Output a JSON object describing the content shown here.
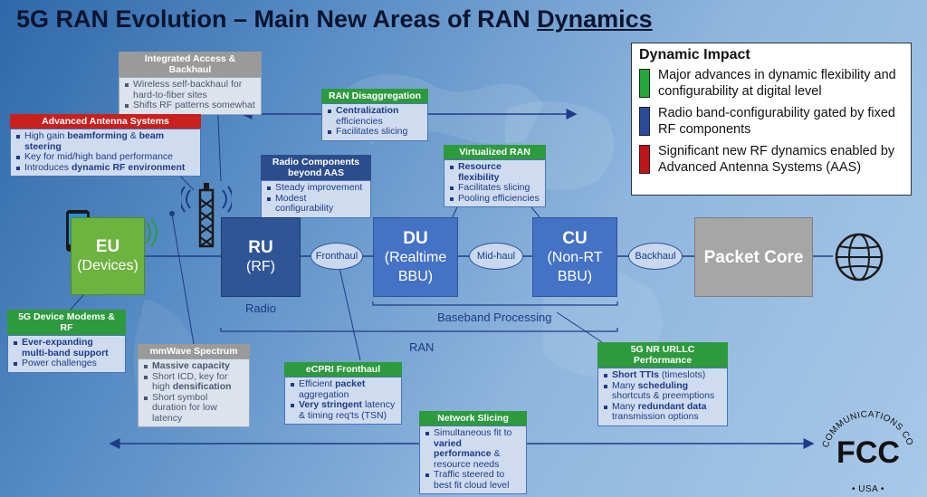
{
  "title": {
    "prefix": "5G RAN Evolution – Main New Areas of RAN ",
    "underlined": "Dynamics"
  },
  "legend": {
    "title": "Dynamic Impact",
    "items": [
      {
        "color": "#22a83b",
        "text": "Major advances in dynamic flexibility and configurability at digital level"
      },
      {
        "color": "#2b4b9a",
        "text": "Radio band-configurability gated by fixed RF components"
      },
      {
        "color": "#c0141a",
        "text": "Significant new RF dynamics enabled by Advanced Antenna Systems (AAS)"
      }
    ]
  },
  "nodes": {
    "eu": {
      "name": "EU",
      "sub": "(Devices)"
    },
    "ru": {
      "name": "RU",
      "sub": "(RF)"
    },
    "du": {
      "name": "DU",
      "sub1": "(Realtime",
      "sub2": "BBU)"
    },
    "cu": {
      "name": "CU",
      "sub1": "(Non-RT",
      "sub2": "BBU)"
    },
    "packet_core": {
      "name": "Packet Core"
    }
  },
  "links": {
    "fronthaul": "Fronthaul",
    "midhaul": "Mid-haul",
    "backhaul": "Backhaul"
  },
  "labels": {
    "radio": "Radio",
    "baseband": "Baseband Processing",
    "ran": "RAN"
  },
  "callouts": {
    "iab": {
      "header": "Integrated Access & Backhaul",
      "items": [
        "Wireless self-backhaul for hard-to-fiber sites",
        "Shifts RF patterns somewhat"
      ]
    },
    "aas": {
      "header": "Advanced Antenna Systems",
      "items": [
        {
          "pre": "High gain ",
          "bold": "beamforming",
          "mid": " & ",
          "bold2": "beam steering",
          "post": ""
        },
        {
          "pre": "Key for mid/high band performance",
          "bold": "",
          "mid": "",
          "bold2": "",
          "post": ""
        },
        {
          "pre": "Introduces ",
          "bold": "dynamic RF environment",
          "mid": "",
          "bold2": "",
          "post": ""
        }
      ]
    },
    "disagg": {
      "header": "RAN Disaggregation",
      "items": [
        {
          "bold": "Centralization",
          "post": " efficiencies"
        },
        {
          "bold": "",
          "post": "Facilitates slicing"
        }
      ]
    },
    "radio_components": {
      "header_line1": "Radio Components",
      "header_line2": "beyond AAS",
      "items": [
        "Steady improvement",
        "Modest configurability"
      ]
    },
    "vran": {
      "header": "Virtualized RAN",
      "items": [
        {
          "bold": "Resource flexibility",
          "post": ""
        },
        {
          "bold": "",
          "post": "Facilitates slicing"
        },
        {
          "bold": "",
          "post": "Pooling efficiencies"
        }
      ]
    },
    "modems": {
      "header": "5G Device Modems & RF",
      "items": [
        {
          "bold": "Ever-expanding multi-band support",
          "post": ""
        },
        {
          "bold": "",
          "post": "Power challenges"
        }
      ]
    },
    "mmwave": {
      "header": "mmWave Spectrum",
      "items": [
        {
          "pre": "",
          "bold": "Massive capacity",
          "post": ""
        },
        {
          "pre": "Short ICD, key for high ",
          "bold": "densification",
          "post": ""
        },
        {
          "pre": "Short symbol duration for low latency",
          "bold": "",
          "post": ""
        }
      ]
    },
    "ecpri": {
      "header": "eCPRI Fronthaul",
      "items": [
        {
          "pre": "Efficient ",
          "bold": "packet",
          "post": " aggregation"
        },
        {
          "pre": "",
          "bold": "Very stringent",
          "post": " latency & timing req'ts (TSN)"
        }
      ]
    },
    "urllc": {
      "header": "5G NR URLLC Performance",
      "items": [
        {
          "pre": "",
          "bold": "Short TTIs",
          "post": " (timeslots)"
        },
        {
          "pre": "Many ",
          "bold": "scheduling",
          "post": " shortcuts & preemptions"
        },
        {
          "pre": "Many ",
          "bold": "redundant data",
          "post": " transmission options"
        }
      ]
    },
    "slicing": {
      "header": "Network Slicing",
      "items": [
        {
          "pre": "Simultaneous fit to ",
          "bold": "varied performance",
          "post": " & resource needs"
        },
        {
          "pre": "Traffic steered to best fit cloud level",
          "bold": "",
          "post": ""
        }
      ]
    }
  },
  "fcc_seal": {
    "arc_text": "FEDERAL COMMUNICATIONS COMMISSION",
    "bottom_text": "USA",
    "logo": "FCC"
  },
  "icons": [
    "smartphone-icon",
    "antenna-tower-icon",
    "globe-icon",
    "fcc-seal-icon"
  ]
}
